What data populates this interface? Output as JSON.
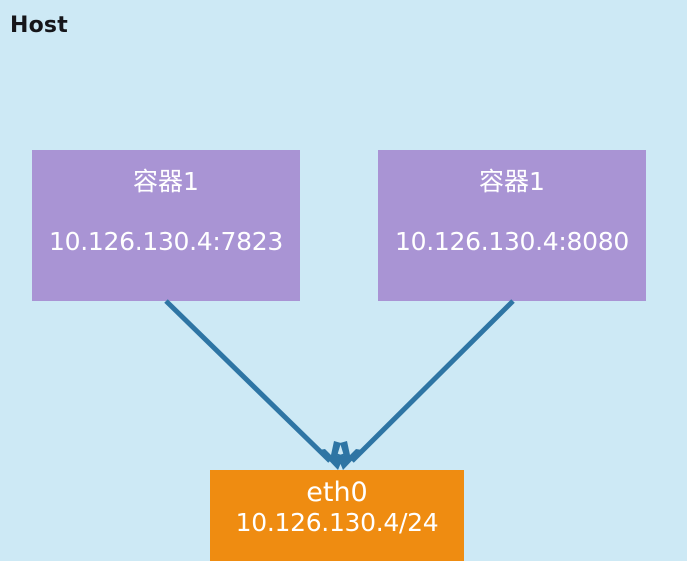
{
  "diagram": {
    "host_label": "Host",
    "background_color": "#cde9f5",
    "containers": [
      {
        "title": "容器1",
        "address": "10.126.130.4:7823",
        "fill_color": "#a994d4"
      },
      {
        "title": "容器1",
        "address": "10.126.130.4:8080",
        "fill_color": "#a994d4"
      }
    ],
    "interface": {
      "name": "eth0",
      "address": "10.126.130.4/24",
      "fill_color": "#ef8c11"
    },
    "arrows": {
      "color": "#2e75a4",
      "count": 2,
      "from_labels": [
        "容器1",
        "容器1"
      ],
      "to_label": "eth0"
    }
  }
}
